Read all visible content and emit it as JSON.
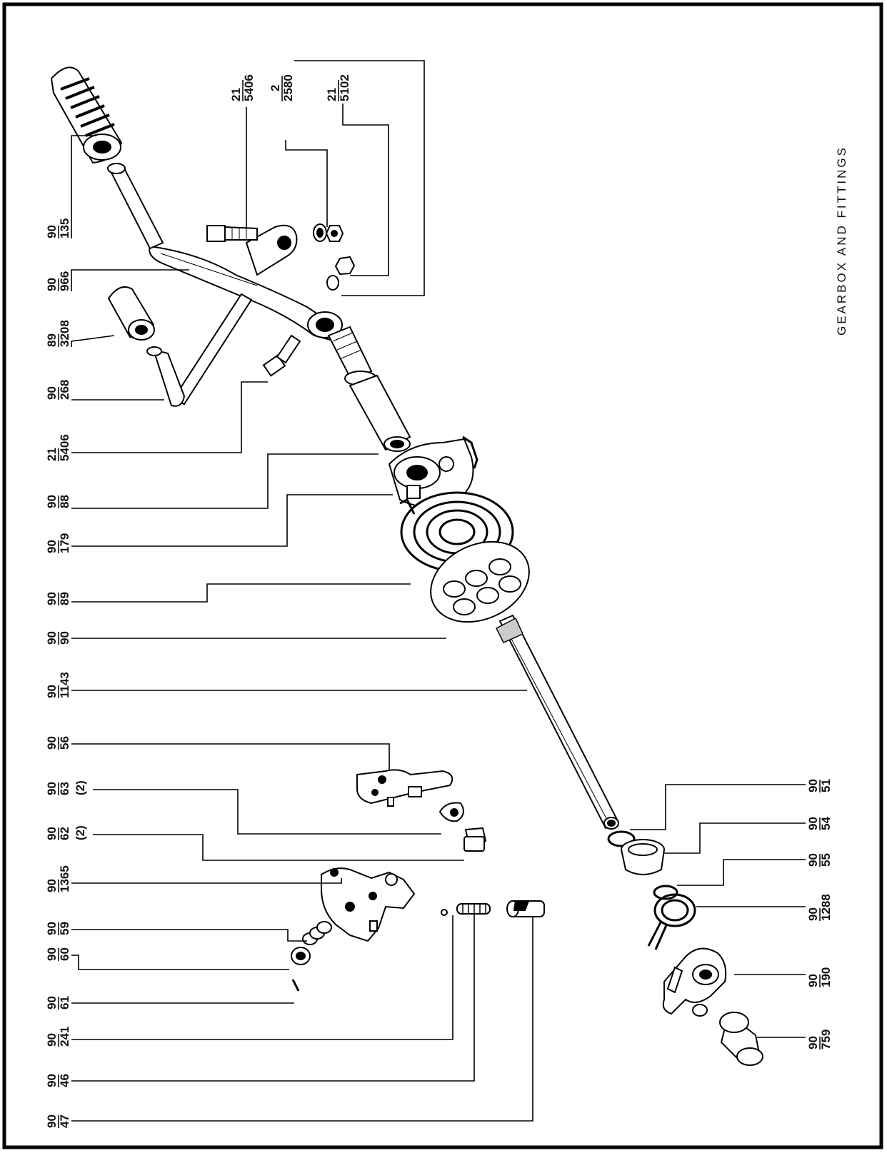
{
  "title": "GEARBOX AND FITTINGS",
  "part_numbers": {
    "p_90_135": {
      "top": "90",
      "bottom": "135"
    },
    "p_90_966": {
      "top": "90",
      "bottom": "966"
    },
    "p_89_3208": {
      "top": "89",
      "bottom": "3208"
    },
    "p_90_268": {
      "top": "90",
      "bottom": "268"
    },
    "p_21_5406_a": {
      "top": "21",
      "bottom": "5406"
    },
    "p_90_88": {
      "top": "90",
      "bottom": "88"
    },
    "p_90_179": {
      "top": "90",
      "bottom": "179"
    },
    "p_90_89": {
      "top": "90",
      "bottom": "89"
    },
    "p_90_90": {
      "top": "90",
      "bottom": "90"
    },
    "p_90_1143": {
      "top": "90",
      "bottom": "1143"
    },
    "p_90_56": {
      "top": "90",
      "bottom": "56"
    },
    "p_90_63": {
      "top": "90",
      "bottom": "63",
      "qty": "(2)"
    },
    "p_90_62": {
      "top": "90",
      "bottom": "62",
      "qty": "(2)"
    },
    "p_90_1365": {
      "top": "90",
      "bottom": "1365"
    },
    "p_90_59": {
      "top": "90",
      "bottom": "59"
    },
    "p_90_60": {
      "top": "90",
      "bottom": "60"
    },
    "p_90_61": {
      "top": "90",
      "bottom": "61"
    },
    "p_90_241": {
      "top": "90",
      "bottom": "241"
    },
    "p_90_46": {
      "top": "90",
      "bottom": "46"
    },
    "p_90_47": {
      "top": "90",
      "bottom": "47"
    },
    "p_21_5406_b": {
      "top": "21",
      "bottom": "5406"
    },
    "p_2_2580": {
      "top": "2",
      "bottom": "2580"
    },
    "p_21_5102": {
      "top": "21",
      "bottom": "5102"
    },
    "p_90_51": {
      "top": "90",
      "bottom": "51"
    },
    "p_90_54": {
      "top": "90",
      "bottom": "54"
    },
    "p_90_55": {
      "top": "90",
      "bottom": "55"
    },
    "p_90_1288": {
      "top": "90",
      "bottom": "1288"
    },
    "p_90_190": {
      "top": "90",
      "bottom": "190"
    },
    "p_90_759": {
      "top": "90",
      "bottom": "759"
    }
  }
}
